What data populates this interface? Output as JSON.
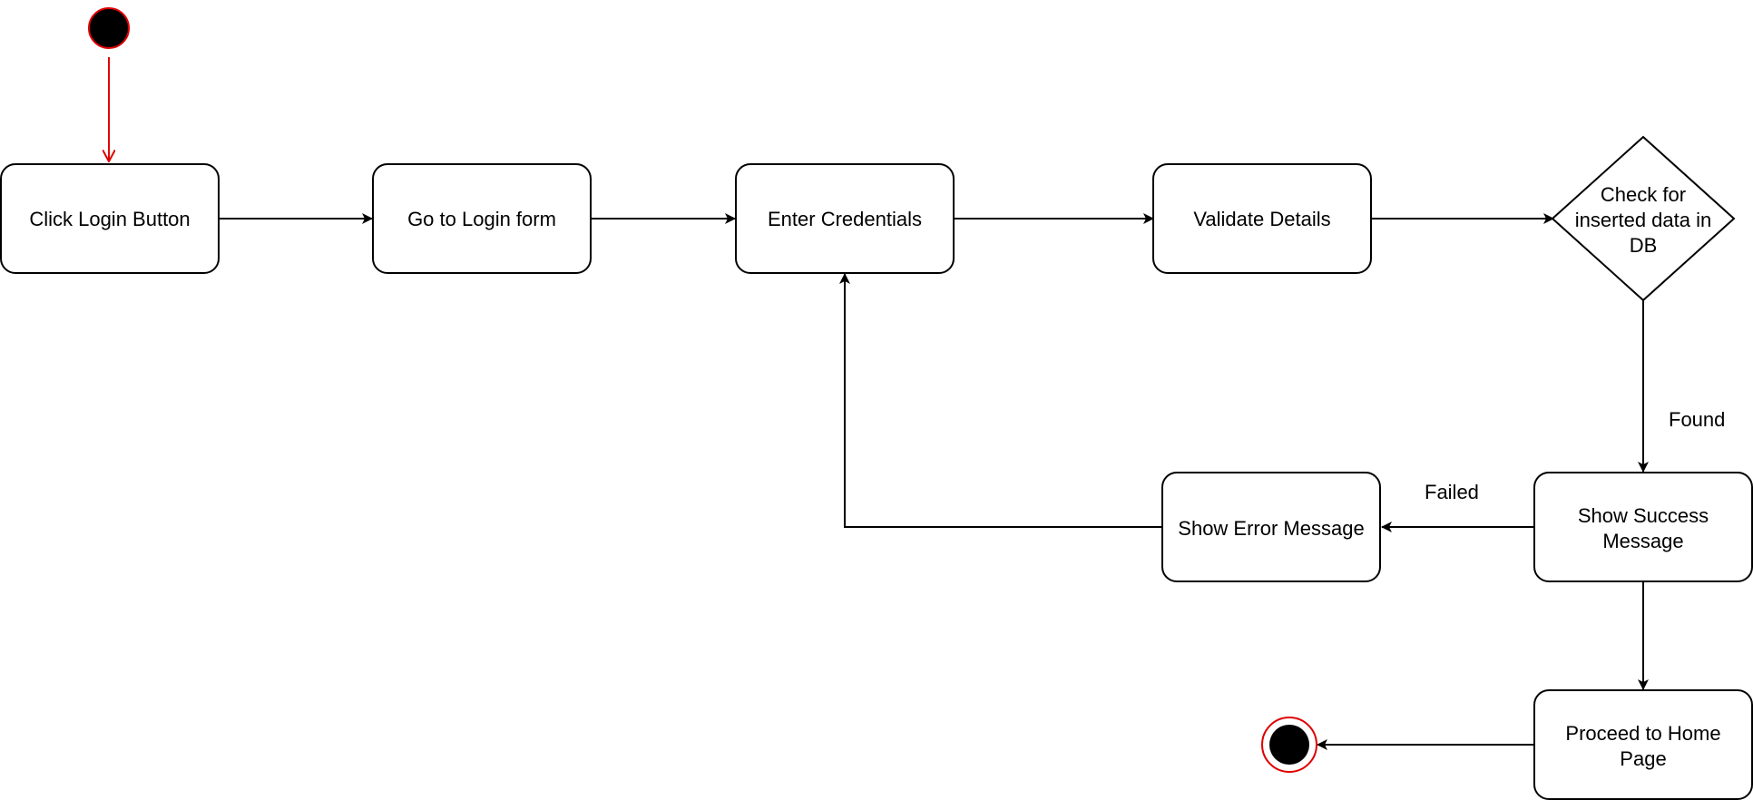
{
  "colors": {
    "node_stroke": "#000000",
    "node_fill": "#ffffff",
    "start_edge": "#e00000",
    "terminal_ring": "#e00000",
    "terminal_fill": "#000000"
  },
  "nodes": {
    "click_login": {
      "lines": [
        "Click Login Button"
      ]
    },
    "go_login_form": {
      "lines": [
        "Go to Login form"
      ]
    },
    "enter_credentials": {
      "lines": [
        "Enter Credentials"
      ]
    },
    "validate_details": {
      "lines": [
        "Validate Details"
      ]
    },
    "check_db": {
      "lines": [
        "Check for",
        "inserted data in",
        "DB"
      ]
    },
    "show_success": {
      "lines": [
        "Show Success",
        "Message"
      ]
    },
    "show_error": {
      "lines": [
        "Show Error Message"
      ]
    },
    "proceed_home": {
      "lines": [
        "Proceed to Home",
        "Page"
      ]
    }
  },
  "edges": {
    "found": {
      "label": "Found"
    },
    "failed": {
      "label": "Failed"
    }
  }
}
